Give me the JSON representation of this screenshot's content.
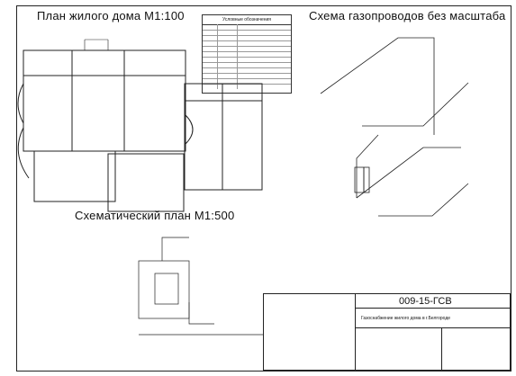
{
  "headings": {
    "plan_title": "План жилого дома М1:100",
    "scheme_title": "Схема газопроводов без масштаба",
    "schematic_plan_title": "Схематический план М1:500"
  },
  "legend": {
    "title": "Условные обозначения"
  },
  "title_block": {
    "drawing_code": "009-15-ГСВ",
    "project_title": "Газоснабжение жилого дома в г.Белгороде"
  },
  "colors": {
    "ink": "#111111",
    "paper": "#ffffff"
  }
}
